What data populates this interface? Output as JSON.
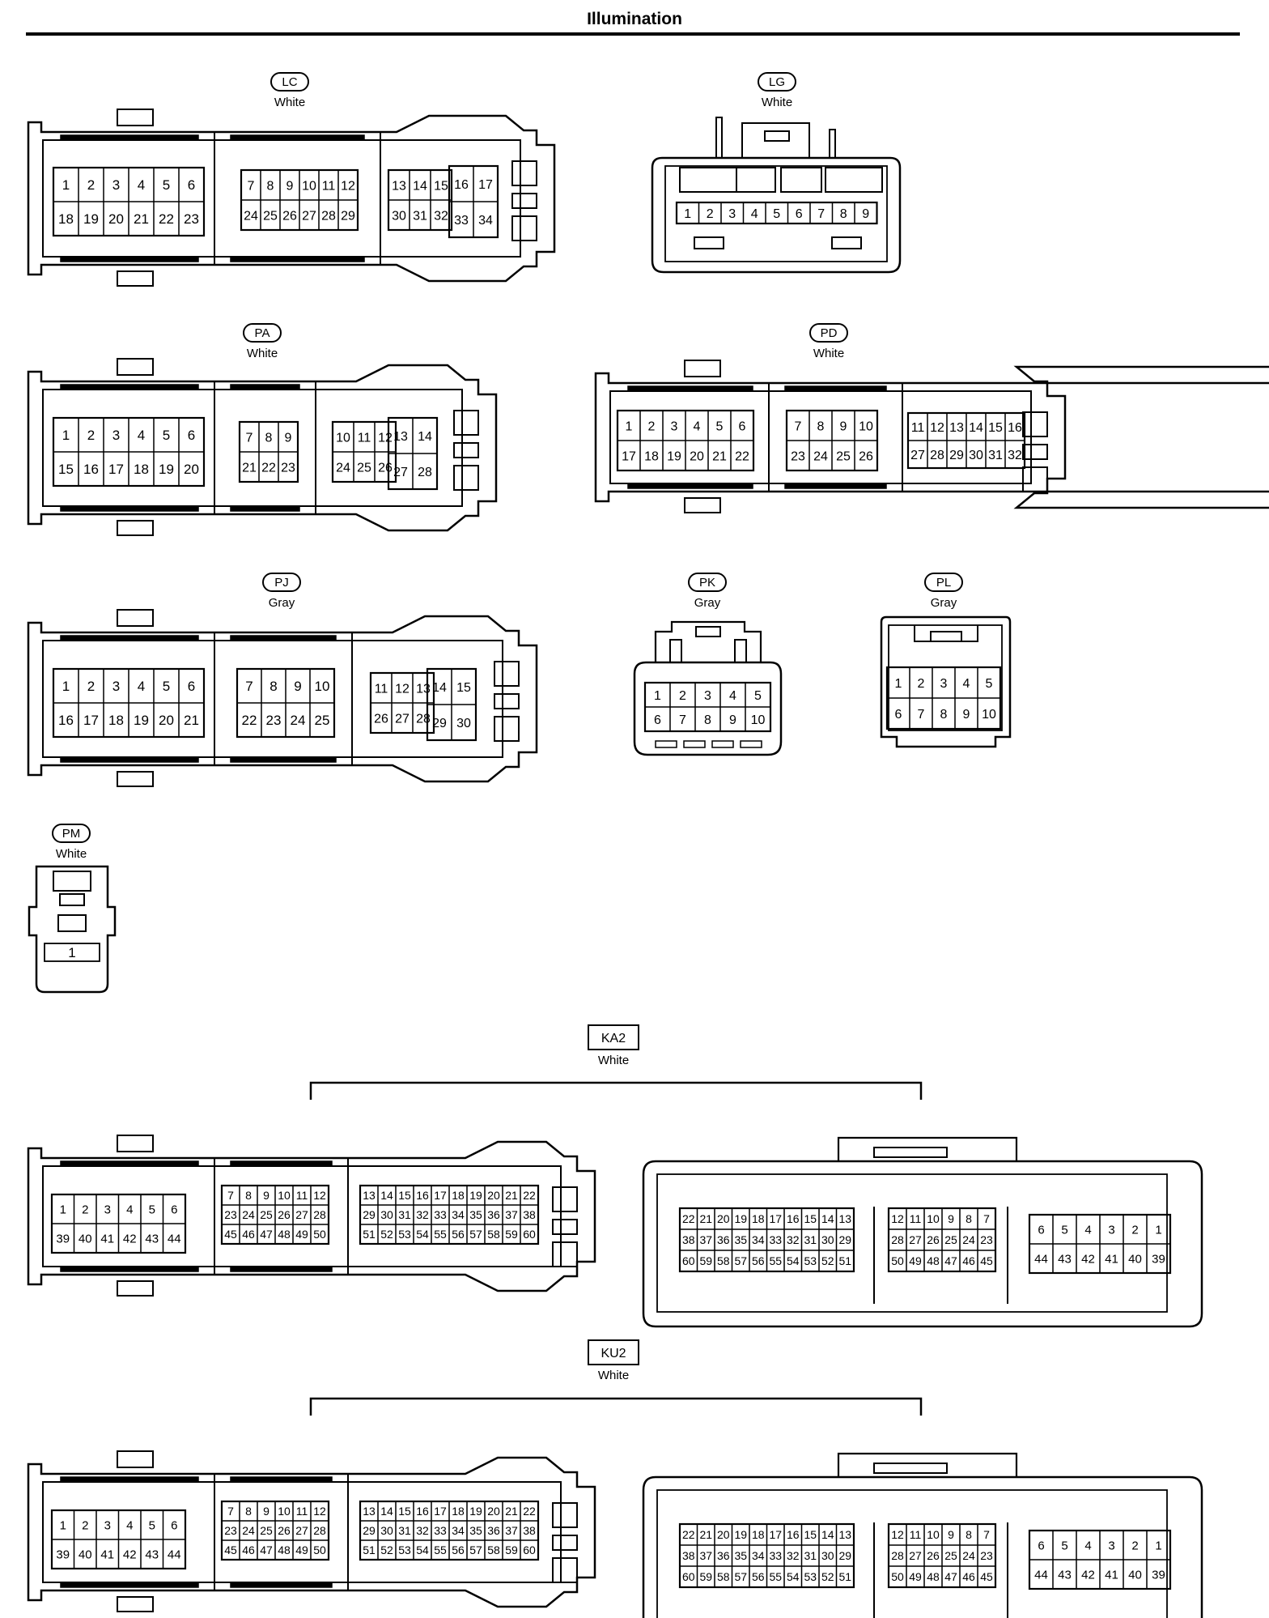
{
  "title": "Illumination",
  "connectors": [
    {
      "id": "LC",
      "color": "White",
      "tag": "oval",
      "groups": [
        {
          "rows": [
            [
              "1",
              "2",
              "3",
              "4",
              "5",
              "6"
            ],
            [
              "18",
              "19",
              "20",
              "21",
              "22",
              "23"
            ]
          ]
        },
        {
          "rows": [
            [
              "7",
              "8",
              "9",
              "10",
              "11",
              "12"
            ],
            [
              "24",
              "25",
              "26",
              "27",
              "28",
              "29"
            ]
          ]
        },
        {
          "rows": [
            [
              "13",
              "14",
              "15"
            ],
            [
              "30",
              "31",
              "32"
            ]
          ]
        },
        {
          "rows": [
            [
              "16",
              "17"
            ],
            [
              "33",
              "34"
            ]
          ]
        }
      ]
    },
    {
      "id": "LG",
      "color": "White",
      "tag": "oval",
      "groups": [
        {
          "rows": [
            [
              "1",
              "2",
              "3",
              "4",
              "5",
              "6",
              "7",
              "8",
              "9"
            ]
          ]
        }
      ]
    },
    {
      "id": "PA",
      "color": "White",
      "tag": "oval",
      "groups": [
        {
          "rows": [
            [
              "1",
              "2",
              "3",
              "4",
              "5",
              "6"
            ],
            [
              "15",
              "16",
              "17",
              "18",
              "19",
              "20"
            ]
          ]
        },
        {
          "rows": [
            [
              "7",
              "8",
              "9"
            ],
            [
              "21",
              "22",
              "23"
            ]
          ]
        },
        {
          "rows": [
            [
              "10",
              "11",
              "12"
            ],
            [
              "24",
              "25",
              "26"
            ]
          ]
        },
        {
          "rows": [
            [
              "13",
              "14"
            ],
            [
              "27",
              "28"
            ]
          ]
        }
      ]
    },
    {
      "id": "PD",
      "color": "White",
      "tag": "oval",
      "groups": [
        {
          "rows": [
            [
              "1",
              "2",
              "3",
              "4",
              "5",
              "6"
            ],
            [
              "17",
              "18",
              "19",
              "20",
              "21",
              "22"
            ]
          ]
        },
        {
          "rows": [
            [
              "7",
              "8",
              "9",
              "10"
            ],
            [
              "23",
              "24",
              "25",
              "26"
            ]
          ]
        },
        {
          "rows": [
            [
              "11",
              "12",
              "13",
              "14",
              "15",
              "16"
            ],
            [
              "27",
              "28",
              "29",
              "30",
              "31",
              "32"
            ]
          ]
        }
      ]
    },
    {
      "id": "PJ",
      "color": "Gray",
      "tag": "oval",
      "groups": [
        {
          "rows": [
            [
              "1",
              "2",
              "3",
              "4",
              "5",
              "6"
            ],
            [
              "16",
              "17",
              "18",
              "19",
              "20",
              "21"
            ]
          ]
        },
        {
          "rows": [
            [
              "7",
              "8",
              "9",
              "10"
            ],
            [
              "22",
              "23",
              "24",
              "25"
            ]
          ]
        },
        {
          "rows": [
            [
              "11",
              "12",
              "13"
            ],
            [
              "26",
              "27",
              "28"
            ]
          ]
        },
        {
          "rows": [
            [
              "14",
              "15"
            ],
            [
              "29",
              "30"
            ]
          ]
        }
      ]
    },
    {
      "id": "PK",
      "color": "Gray",
      "tag": "oval",
      "groups": [
        {
          "rows": [
            [
              "1",
              "2",
              "3",
              "4",
              "5"
            ],
            [
              "6",
              "7",
              "8",
              "9",
              "10"
            ]
          ]
        }
      ]
    },
    {
      "id": "PL",
      "color": "Gray",
      "tag": "oval",
      "groups": [
        {
          "rows": [
            [
              "1",
              "2",
              "3",
              "4",
              "5"
            ],
            [
              "6",
              "7",
              "8",
              "9",
              "10"
            ]
          ]
        }
      ]
    },
    {
      "id": "PM",
      "color": "White",
      "tag": "oval",
      "groups": [
        {
          "rows": [
            [
              "1"
            ]
          ]
        }
      ]
    },
    {
      "id": "KA2",
      "color": "White",
      "tag": "rect",
      "groups": [
        {
          "rows": [
            [
              "1",
              "2",
              "3",
              "4",
              "5",
              "6"
            ],
            [
              "39",
              "40",
              "41",
              "42",
              "43",
              "44"
            ]
          ]
        },
        {
          "rows": [
            [
              "7",
              "8",
              "9",
              "10",
              "11",
              "12"
            ],
            [
              "23",
              "24",
              "25",
              "26",
              "27",
              "28"
            ],
            [
              "45",
              "46",
              "47",
              "48",
              "49",
              "50"
            ]
          ]
        },
        {
          "rows": [
            [
              "13",
              "14",
              "15",
              "16",
              "17",
              "18",
              "19",
              "20",
              "21",
              "22"
            ],
            [
              "29",
              "30",
              "31",
              "32",
              "33",
              "34",
              "35",
              "36",
              "37",
              "38"
            ],
            [
              "51",
              "52",
              "53",
              "54",
              "55",
              "56",
              "57",
              "58",
              "59",
              "60"
            ]
          ]
        },
        {
          "rows": [
            [
              "22",
              "21",
              "20",
              "19",
              "18",
              "17",
              "16",
              "15",
              "14",
              "13"
            ],
            [
              "38",
              "37",
              "36",
              "35",
              "34",
              "33",
              "32",
              "31",
              "30",
              "29"
            ],
            [
              "60",
              "59",
              "58",
              "57",
              "56",
              "55",
              "54",
              "53",
              "52",
              "51"
            ]
          ]
        },
        {
          "rows": [
            [
              "12",
              "11",
              "10",
              "9",
              "8",
              "7"
            ],
            [
              "28",
              "27",
              "26",
              "25",
              "24",
              "23"
            ],
            [
              "50",
              "49",
              "48",
              "47",
              "46",
              "45"
            ]
          ]
        },
        {
          "rows": [
            [
              "6",
              "5",
              "4",
              "3",
              "2",
              "1"
            ],
            [
              "44",
              "43",
              "42",
              "41",
              "40",
              "39"
            ]
          ]
        }
      ]
    },
    {
      "id": "KU2",
      "color": "White",
      "tag": "rect",
      "groups": [
        {
          "rows": [
            [
              "1",
              "2",
              "3",
              "4",
              "5",
              "6"
            ],
            [
              "39",
              "40",
              "41",
              "42",
              "43",
              "44"
            ]
          ]
        },
        {
          "rows": [
            [
              "7",
              "8",
              "9",
              "10",
              "11",
              "12"
            ],
            [
              "23",
              "24",
              "25",
              "26",
              "27",
              "28"
            ],
            [
              "45",
              "46",
              "47",
              "48",
              "49",
              "50"
            ]
          ]
        },
        {
          "rows": [
            [
              "13",
              "14",
              "15",
              "16",
              "17",
              "18",
              "19",
              "20",
              "21",
              "22"
            ],
            [
              "29",
              "30",
              "31",
              "32",
              "33",
              "34",
              "35",
              "36",
              "37",
              "38"
            ],
            [
              "51",
              "52",
              "53",
              "54",
              "55",
              "56",
              "57",
              "58",
              "59",
              "60"
            ]
          ]
        },
        {
          "rows": [
            [
              "22",
              "21",
              "20",
              "19",
              "18",
              "17",
              "16",
              "15",
              "14",
              "13"
            ],
            [
              "38",
              "37",
              "36",
              "35",
              "34",
              "33",
              "32",
              "31",
              "30",
              "29"
            ],
            [
              "60",
              "59",
              "58",
              "57",
              "56",
              "55",
              "54",
              "53",
              "52",
              "51"
            ]
          ]
        },
        {
          "rows": [
            [
              "12",
              "11",
              "10",
              "9",
              "8",
              "7"
            ],
            [
              "28",
              "27",
              "26",
              "25",
              "24",
              "23"
            ],
            [
              "50",
              "49",
              "48",
              "47",
              "46",
              "45"
            ]
          ]
        },
        {
          "rows": [
            [
              "6",
              "5",
              "4",
              "3",
              "2",
              "1"
            ],
            [
              "44",
              "43",
              "42",
              "41",
              "40",
              "39"
            ]
          ]
        }
      ]
    }
  ]
}
